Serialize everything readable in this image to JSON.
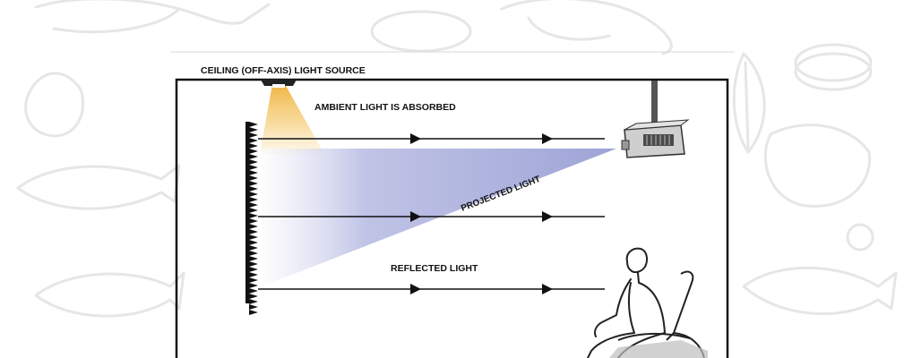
{
  "diagram": {
    "title": "CEILING (OFF-AXIS) LIGHT SOURCE",
    "labels": {
      "ambient": "AMBIENT LIGHT IS ABSORBED",
      "projected": "PROJECTED LIGHT",
      "reflected": "REFLECTED LIGHT"
    },
    "colors": {
      "ceiling_light": "#f0b13a",
      "projected_light": "#a9aedb",
      "line": "#111111",
      "background_doodle": "#ebebeb"
    },
    "icons": [
      "ceiling-lamp-icon",
      "projector-icon",
      "screen-icon",
      "seated-person-icon",
      "chair-icon"
    ]
  }
}
